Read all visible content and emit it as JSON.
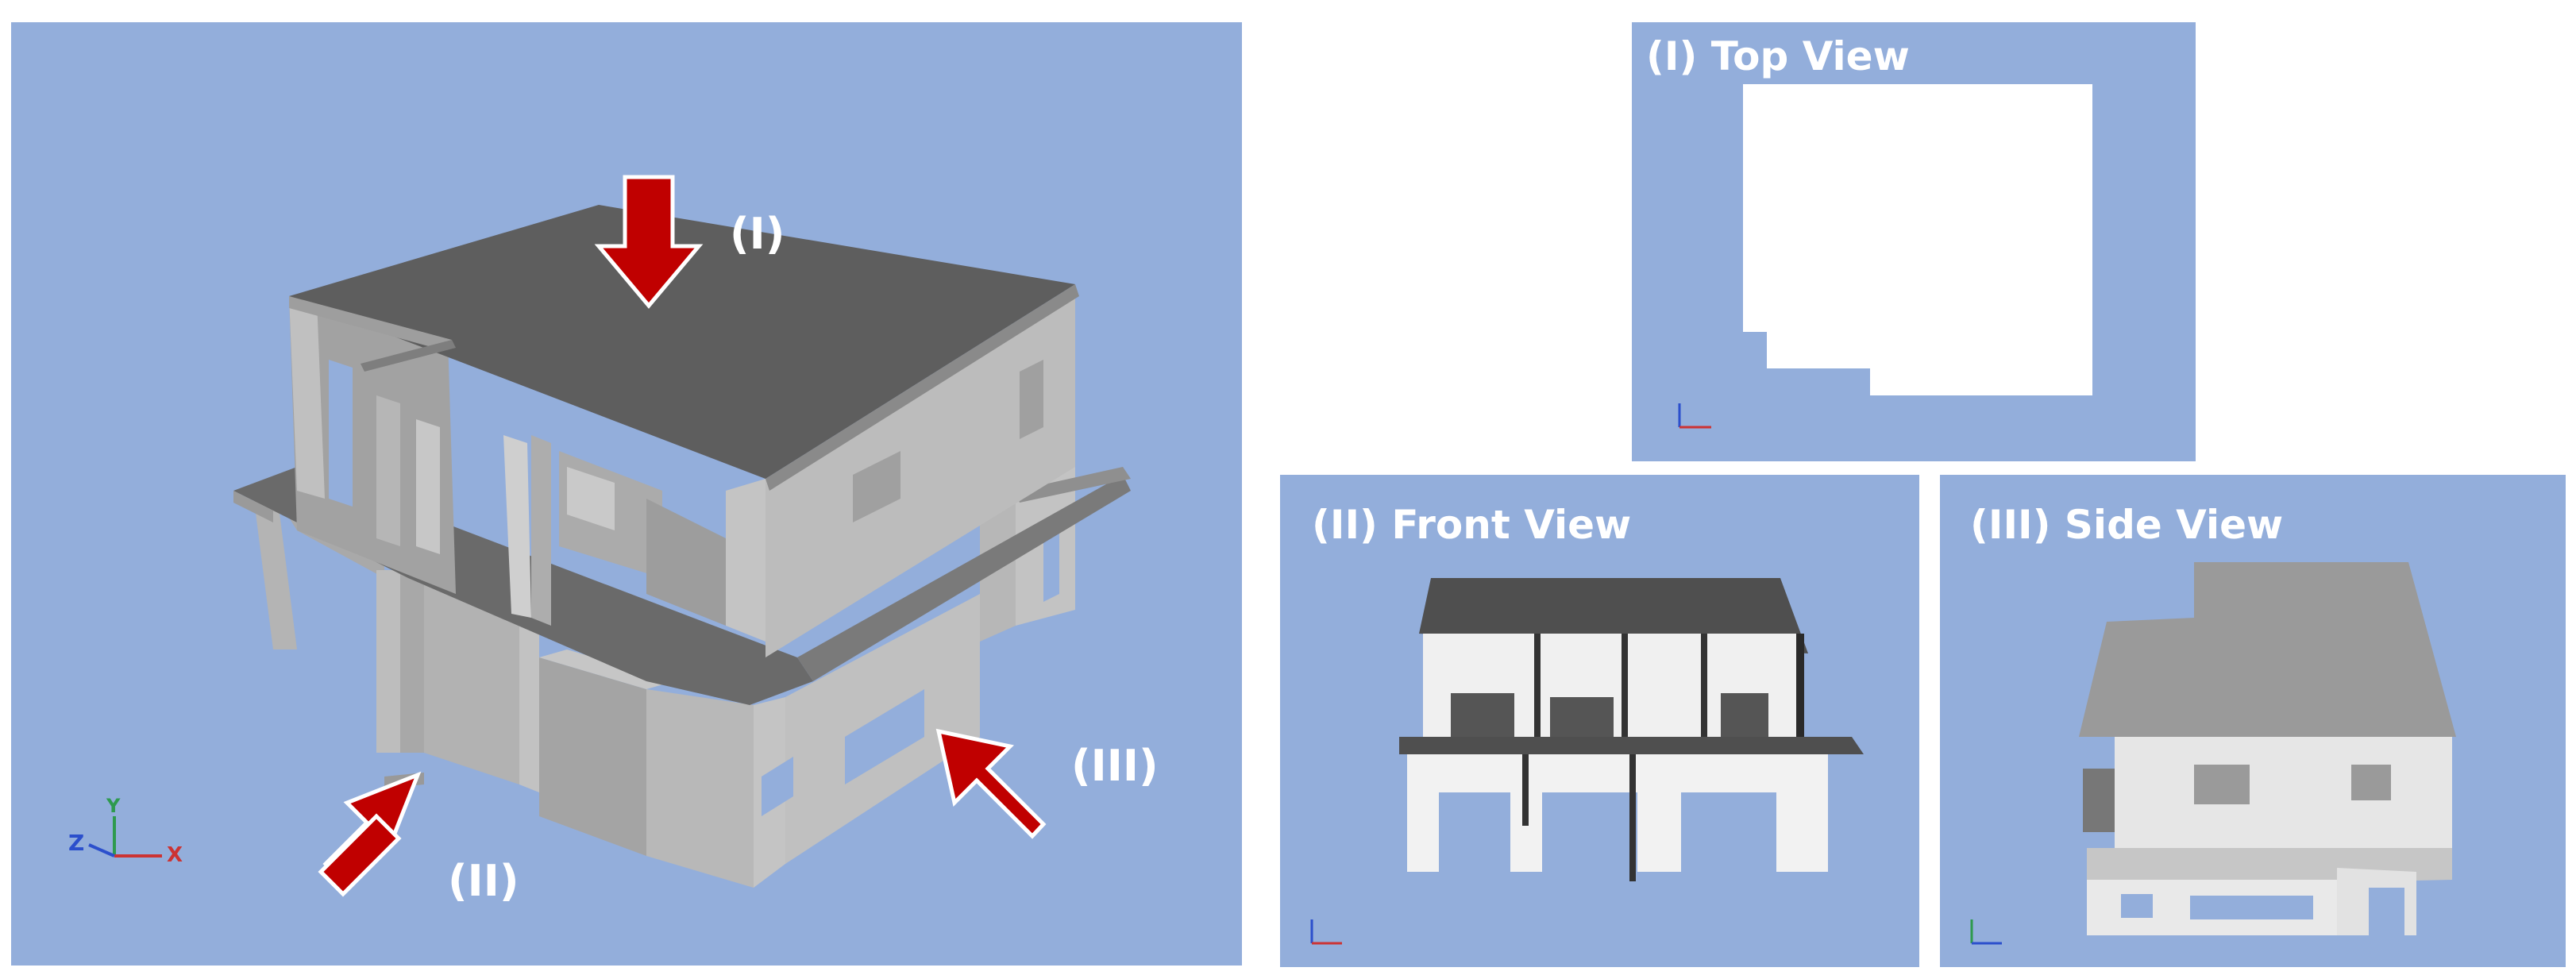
{
  "main_view": {
    "labels": {
      "top": "(I)",
      "front": "(II)",
      "side": "(III)"
    },
    "axes": {
      "z": "Z",
      "y": "Y",
      "x": "X"
    }
  },
  "views": {
    "top": {
      "title": "(I) Top View"
    },
    "front": {
      "title": "(II) Front View"
    },
    "side": {
      "title": "(III) Side View"
    }
  },
  "colors": {
    "background": "#93aedb",
    "roof": "#5a5a5a",
    "wall": "#b9b9b9",
    "wall_dark": "#a6a6a6",
    "arrow": "#c00000",
    "white": "#ffffff"
  }
}
